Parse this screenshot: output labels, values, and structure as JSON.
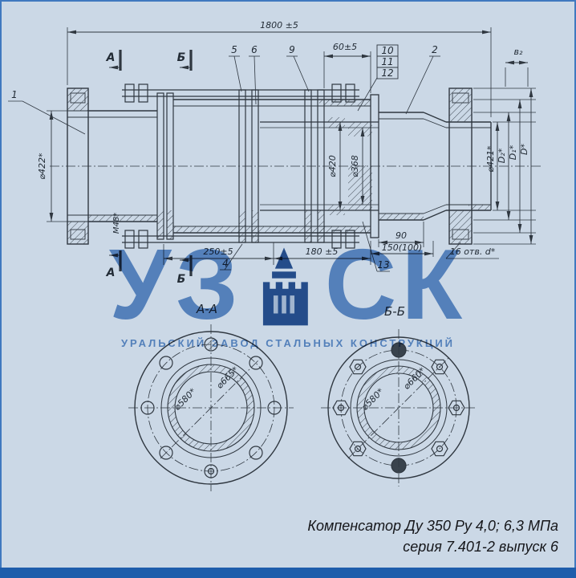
{
  "theme": {
    "background": "#cbd8e6",
    "line_color": "#2f3740",
    "bottom_bar_color": "#1e5dab",
    "watermark_blue": "#4880c4",
    "watermark_dark_blue": "#17498e"
  },
  "main_view": {
    "dim_overall": "1800 ±5",
    "dim_60": "60±5",
    "dim_250": "250±5",
    "dim_180": "180 ±5",
    "dim_90": "90",
    "dim_150": "150(100)",
    "holes_note": "16 отв. d*",
    "dia_422": "⌀422*",
    "thread_m48": "М48*",
    "dia_420": "⌀420",
    "dia_368": "⌀368",
    "dia_421": "⌀421*",
    "dim_d2": "D₂*",
    "dim_d1": "D₁*",
    "dim_d": "D*",
    "dim_b2": "в₂",
    "section_a": "А",
    "section_b": "Б",
    "callout_1": "1",
    "callout_2": "2",
    "callout_4": "4",
    "callout_5": "5",
    "callout_6": "6",
    "callout_9": "9",
    "callout_10": "10",
    "callout_11": "11",
    "callout_12": "12",
    "callout_13": "13"
  },
  "section_aa": {
    "title": "А-А",
    "dia_bolt_circle": "⌀580*",
    "dia_outer": "⌀665*"
  },
  "section_bb": {
    "title": "Б-Б",
    "dia_bolt_circle": "⌀580*",
    "dia_outer": "⌀660*"
  },
  "watermark": {
    "letters_left": "УЗ",
    "letters_right": "СК",
    "subtitle": "УРАЛЬСКИЙ ЗАВОД СТАЛЬНЫХ КОНСТРУКЦИЙ"
  },
  "caption": {
    "line1": "Компенсатор Ду 350 Ру 4,0; 6,3 МПа",
    "line2": "серия 7.401-2 выпуск 6"
  }
}
